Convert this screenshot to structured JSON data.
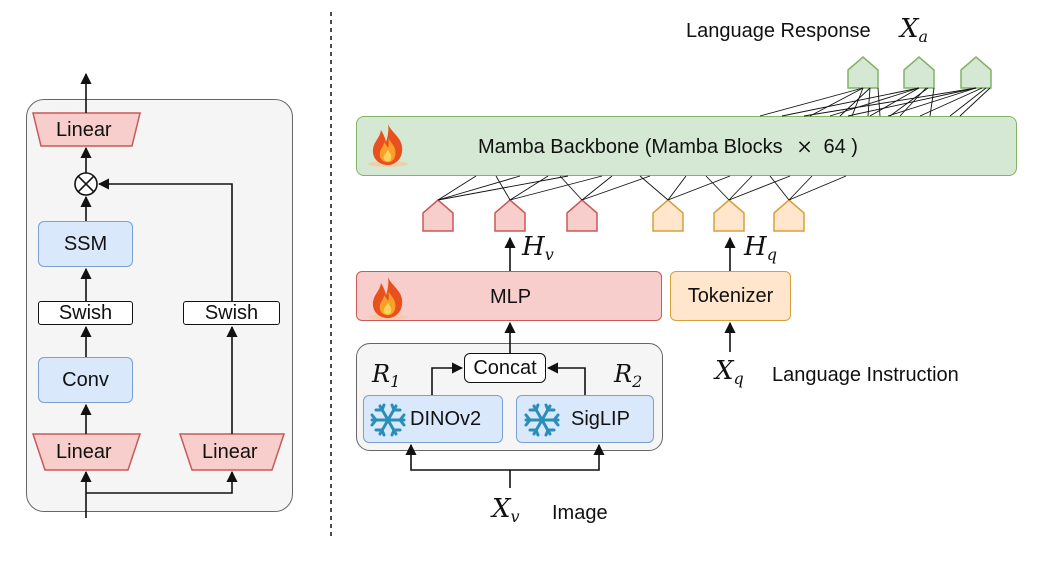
{
  "left_block": {
    "top_linear": "Linear",
    "ssm": "SSM",
    "swish_left": "Swish",
    "swish_right": "Swish",
    "conv": "Conv",
    "bottom_linear_left": "Linear",
    "bottom_linear_right": "Linear",
    "multiply_symbol": "⊗"
  },
  "right_block": {
    "response_label": "Language Response",
    "response_var": "X",
    "response_sub": "a",
    "backbone_label": "Mamba Backbone (Mamba Blocks",
    "backbone_times": "×",
    "backbone_count": "64 )",
    "hv_var": "H",
    "hv_sub": "v",
    "hq_var": "H",
    "hq_sub": "q",
    "mlp_label": "MLP",
    "tokenizer_label": "Tokenizer",
    "concat_label": "Concat",
    "r1_var": "R",
    "r1_sub": "1",
    "r2_var": "R",
    "r2_sub": "2",
    "dinov2_label": "DINOv2",
    "siglip_label": "SigLIP",
    "xq_var": "X",
    "xq_sub": "q",
    "instruction_label": "Language Instruction",
    "xv_var": "X",
    "xv_sub": "v",
    "image_label": "Image"
  },
  "colors": {
    "blue_fill": "#dae8fc",
    "red_fill": "#f8cecc",
    "orange_fill": "#ffe6cc",
    "green_fill": "#d5e8d4",
    "gray_fill": "#f5f5f5"
  }
}
